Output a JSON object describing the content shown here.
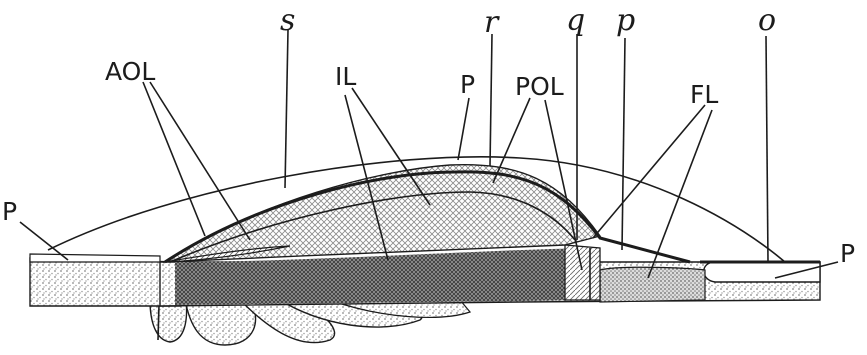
{
  "labels": {
    "aol": "AOL",
    "il": "IL",
    "pol": "POL",
    "fl": "FL",
    "p_left": "P",
    "p_top": "P",
    "p_right": "P"
  },
  "letters": {
    "s": "s",
    "r": "r",
    "q": "q",
    "p": "p",
    "o": "o"
  },
  "colors": {
    "ink": "#1c1c1c",
    "stipple": "#9a9a9a",
    "hatch": "#6e6e6e",
    "dark_band": "#4a4a4a"
  }
}
